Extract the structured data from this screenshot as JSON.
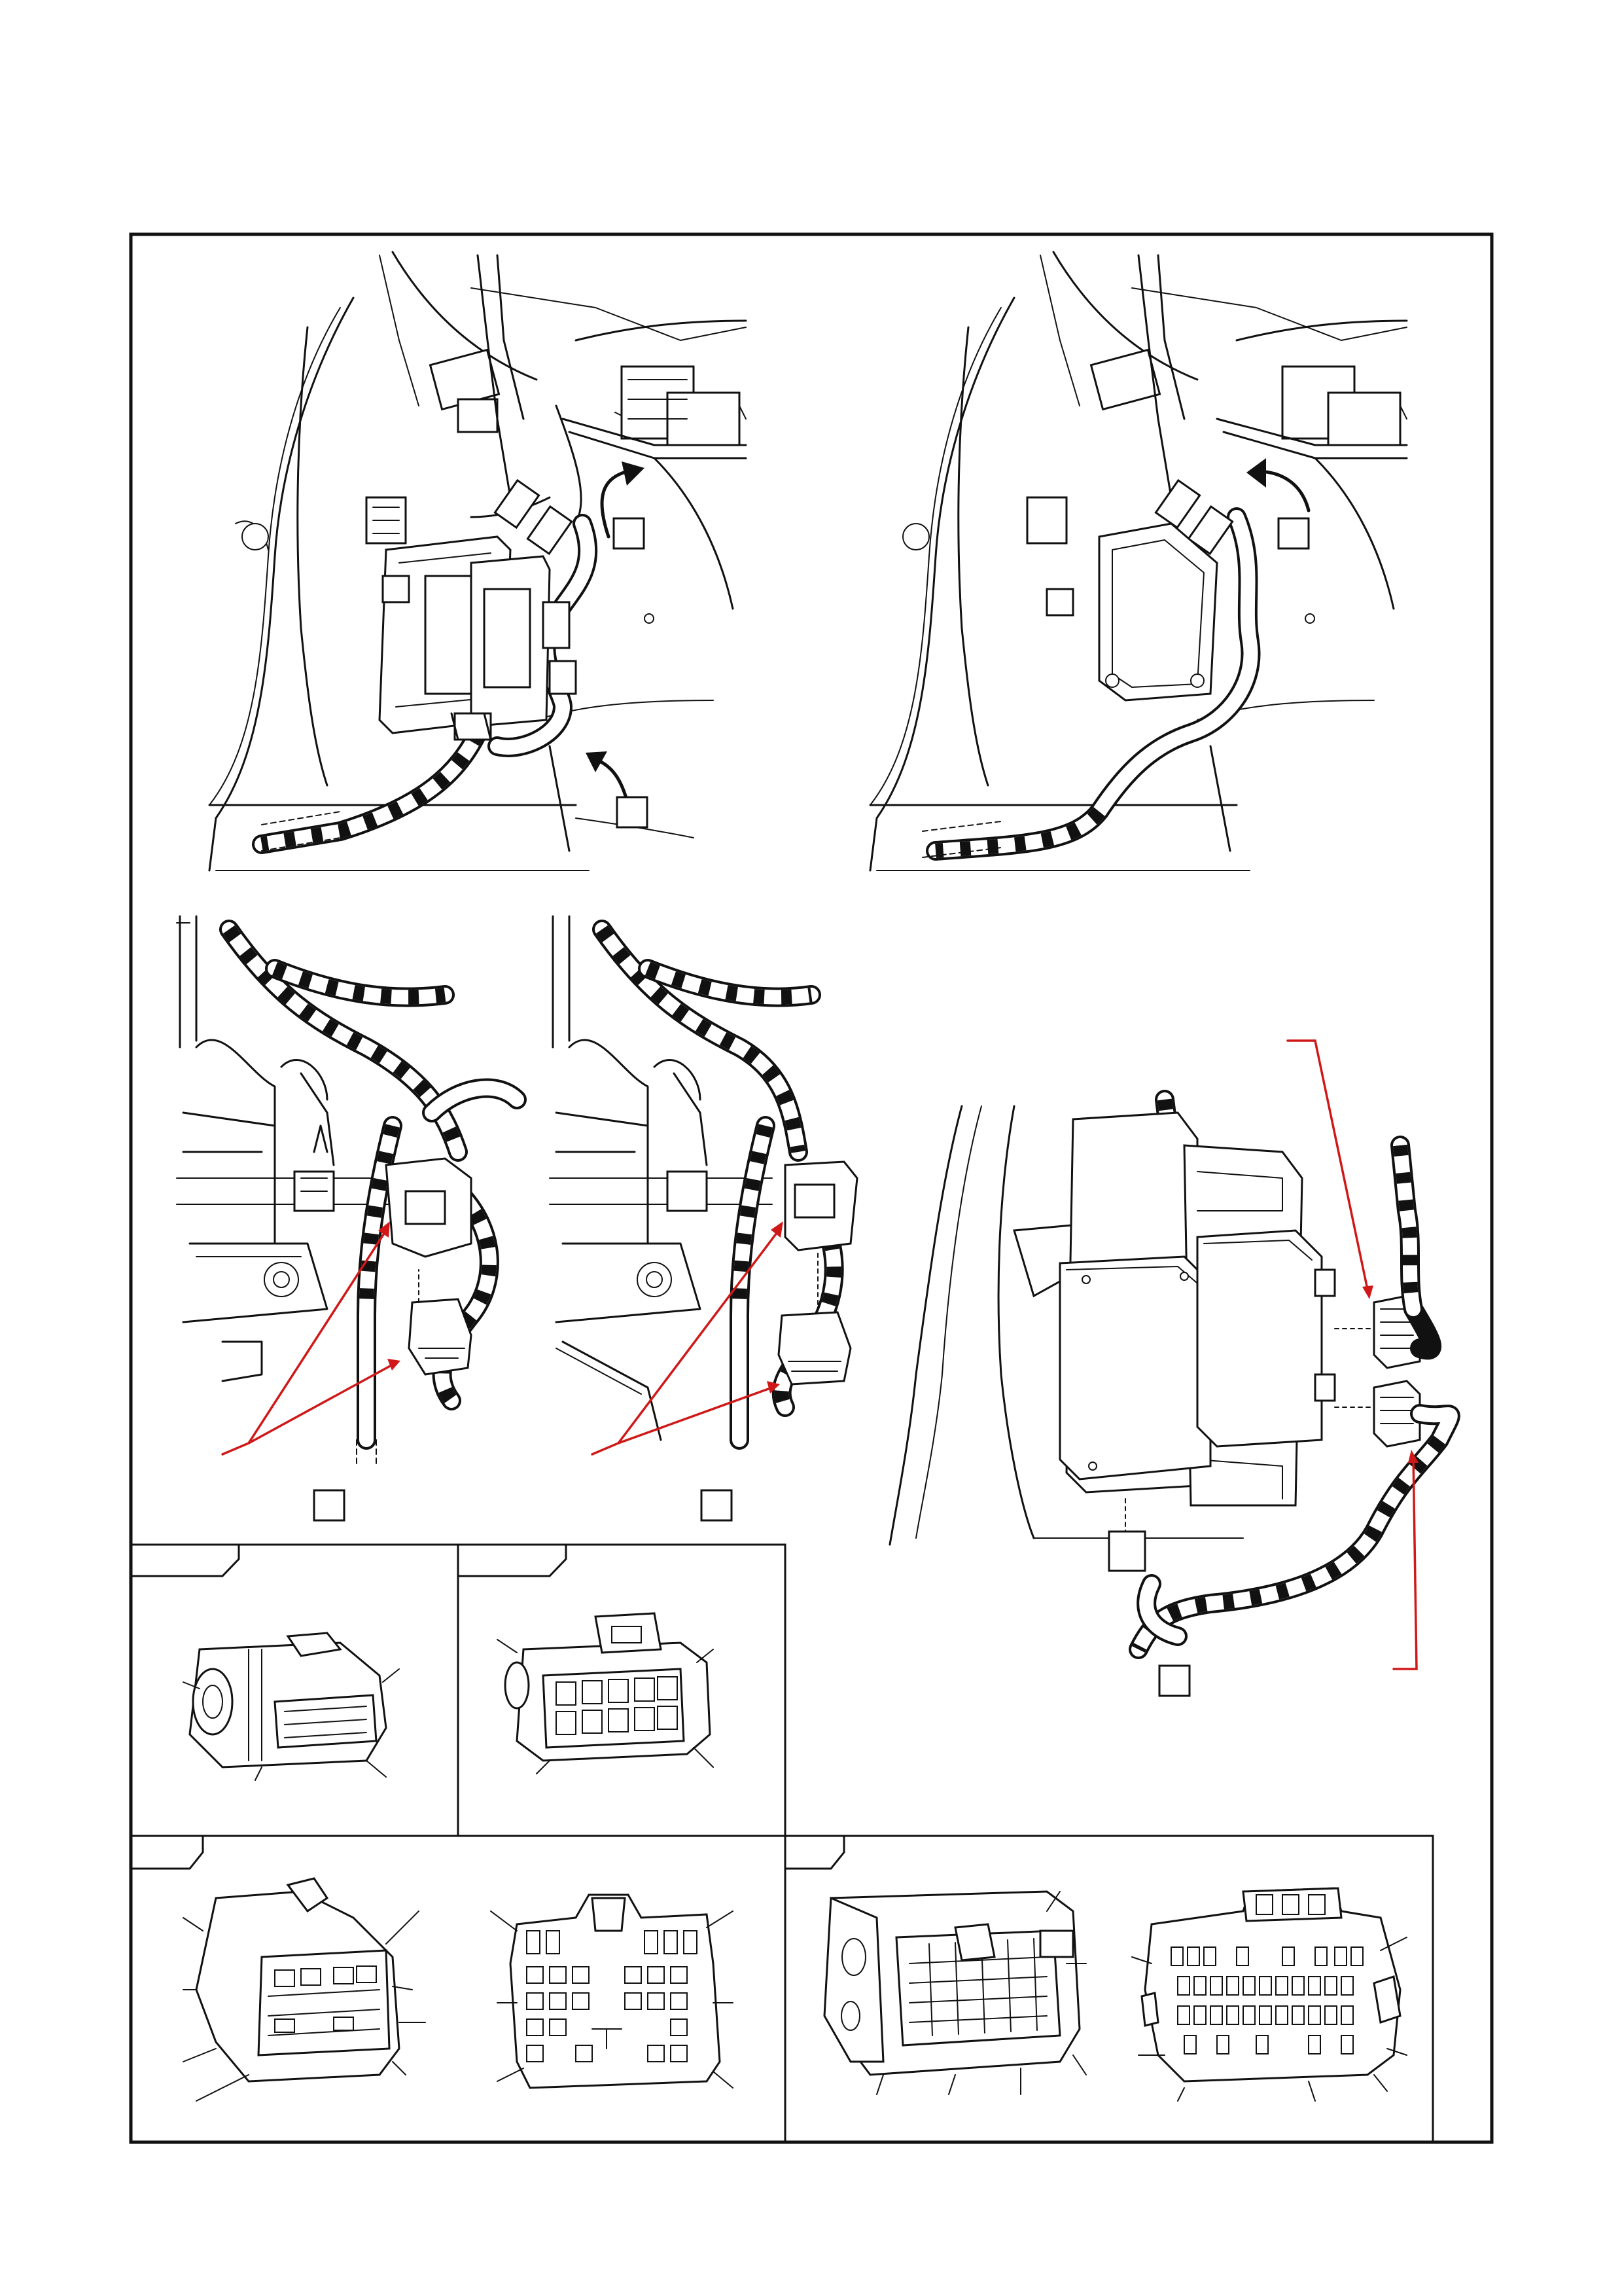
{
  "page": {
    "background": "#ffffff",
    "line_color": "#111111",
    "callout_color": "#d01818"
  },
  "views": {
    "top_left": {
      "name": "module-installed-view",
      "callout_boxes": 2
    },
    "top_right": {
      "name": "module-removed-view",
      "callout_boxes": 1
    },
    "mid_left": {
      "name": "connector-detail-view-1",
      "callout_boxes": 1
    },
    "mid_center": {
      "name": "connector-detail-view-2",
      "callout_boxes": 1
    },
    "mid_right": {
      "name": "module-exploded-view",
      "callout_boxes": 1
    }
  },
  "connector_panels": [
    {
      "name": "connector-panel-1",
      "connector": "20-pin-round-connector"
    },
    {
      "name": "connector-panel-2",
      "connector": "12-pin-connector"
    },
    {
      "name": "connector-panel-3",
      "connector": "pair-of-multi-pin-connectors"
    },
    {
      "name": "connector-panel-4",
      "connector": "pair-of-lever-lock-connectors"
    }
  ]
}
